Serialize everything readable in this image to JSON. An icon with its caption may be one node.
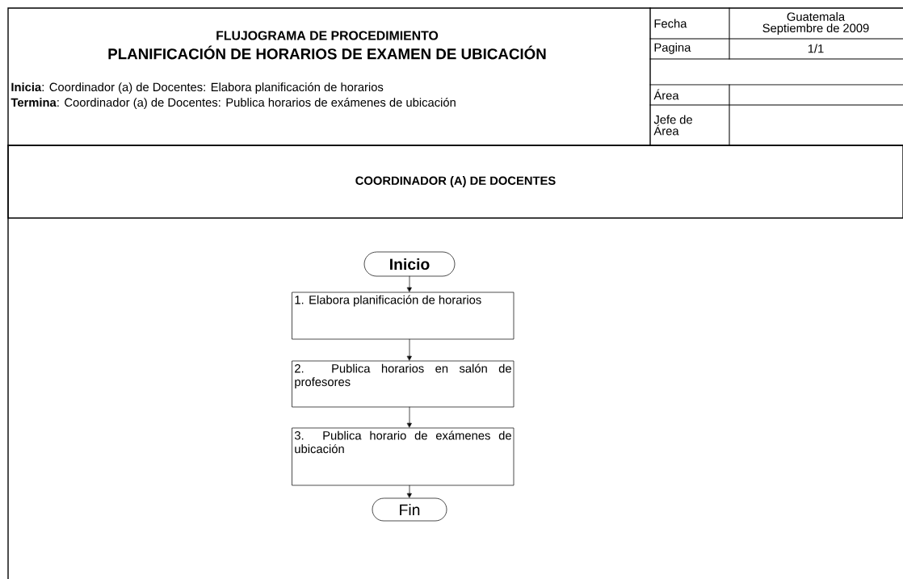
{
  "diagram": {
    "title": "FLUJOGRAMA DE PROCEDIMIENTO",
    "nodes": [
      {
        "text": [
          "COORDINADOR (A) DE DOCENTES"
        ]
      },
      {
        "text": [
          "Inicio"
        ]
      },
      {
        "text": [
          "1. Elabora planificación de horarios"
        ]
      },
      {
        "text": [
          "2. Publica horarios en salón de profesores"
        ]
      },
      {
        "text": [
          "3. Publica horario de exámenes de ubicación"
        ]
      },
      {
        "text": [
          "Fin"
        ]
      }
    ],
    "edges": [
      {
        "from": 1,
        "to": 2,
        "arrow": "to"
      },
      {
        "from": 2,
        "to": 3,
        "arrow": "to"
      },
      {
        "from": 3,
        "to": 4,
        "arrow": "to"
      },
      {
        "from": 4,
        "to": 5,
        "arrow": "to"
      }
    ],
    "labels": [
      "PLANIFICACIÓN DE HORARIOS DE EXAMEN DE UBICACIÓN",
      "Fecha",
      "Guatemala Septiembre de 2009",
      "**Inicia**: Coordinador (a) de Docentes: Elabora planificación de horarios",
      "Pagina",
      "1/1",
      "**Termina**: Coordinador (a) de Docentes: Publica horarios de exámenes de ubicación",
      "Área",
      "Jefe de Área"
    ]
  }
}
